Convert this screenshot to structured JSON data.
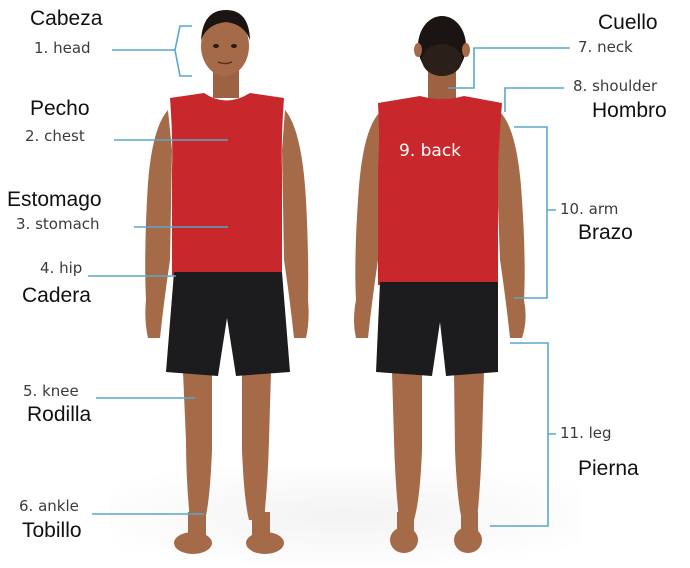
{
  "labels": {
    "head": {
      "es": "Cabeza",
      "en": "1. head"
    },
    "chest": {
      "es": "Pecho",
      "en": "2. chest"
    },
    "stomach": {
      "es": "Estomago",
      "en": "3. stomach"
    },
    "hip": {
      "es": "Cadera",
      "en": "4. hip"
    },
    "knee": {
      "es": "Rodilla",
      "en": "5. knee"
    },
    "ankle": {
      "es": "Tobillo",
      "en": "6. ankle"
    },
    "neck": {
      "es": "Cuello",
      "en": "7. neck"
    },
    "shoulder": {
      "es": "Hombro",
      "en": "8. shoulder"
    },
    "back": {
      "en": "9. back"
    },
    "arm": {
      "es": "Brazo",
      "en": "10. arm"
    },
    "leg": {
      "es": "Pierna",
      "en": "11. leg"
    }
  },
  "colors": {
    "shirt": "#c8282c",
    "shorts": "#1c1c1e",
    "skin": "#a56a48",
    "hair": "#1a1512",
    "leader": "#5aa8c8",
    "floor": "#eeeeee"
  }
}
